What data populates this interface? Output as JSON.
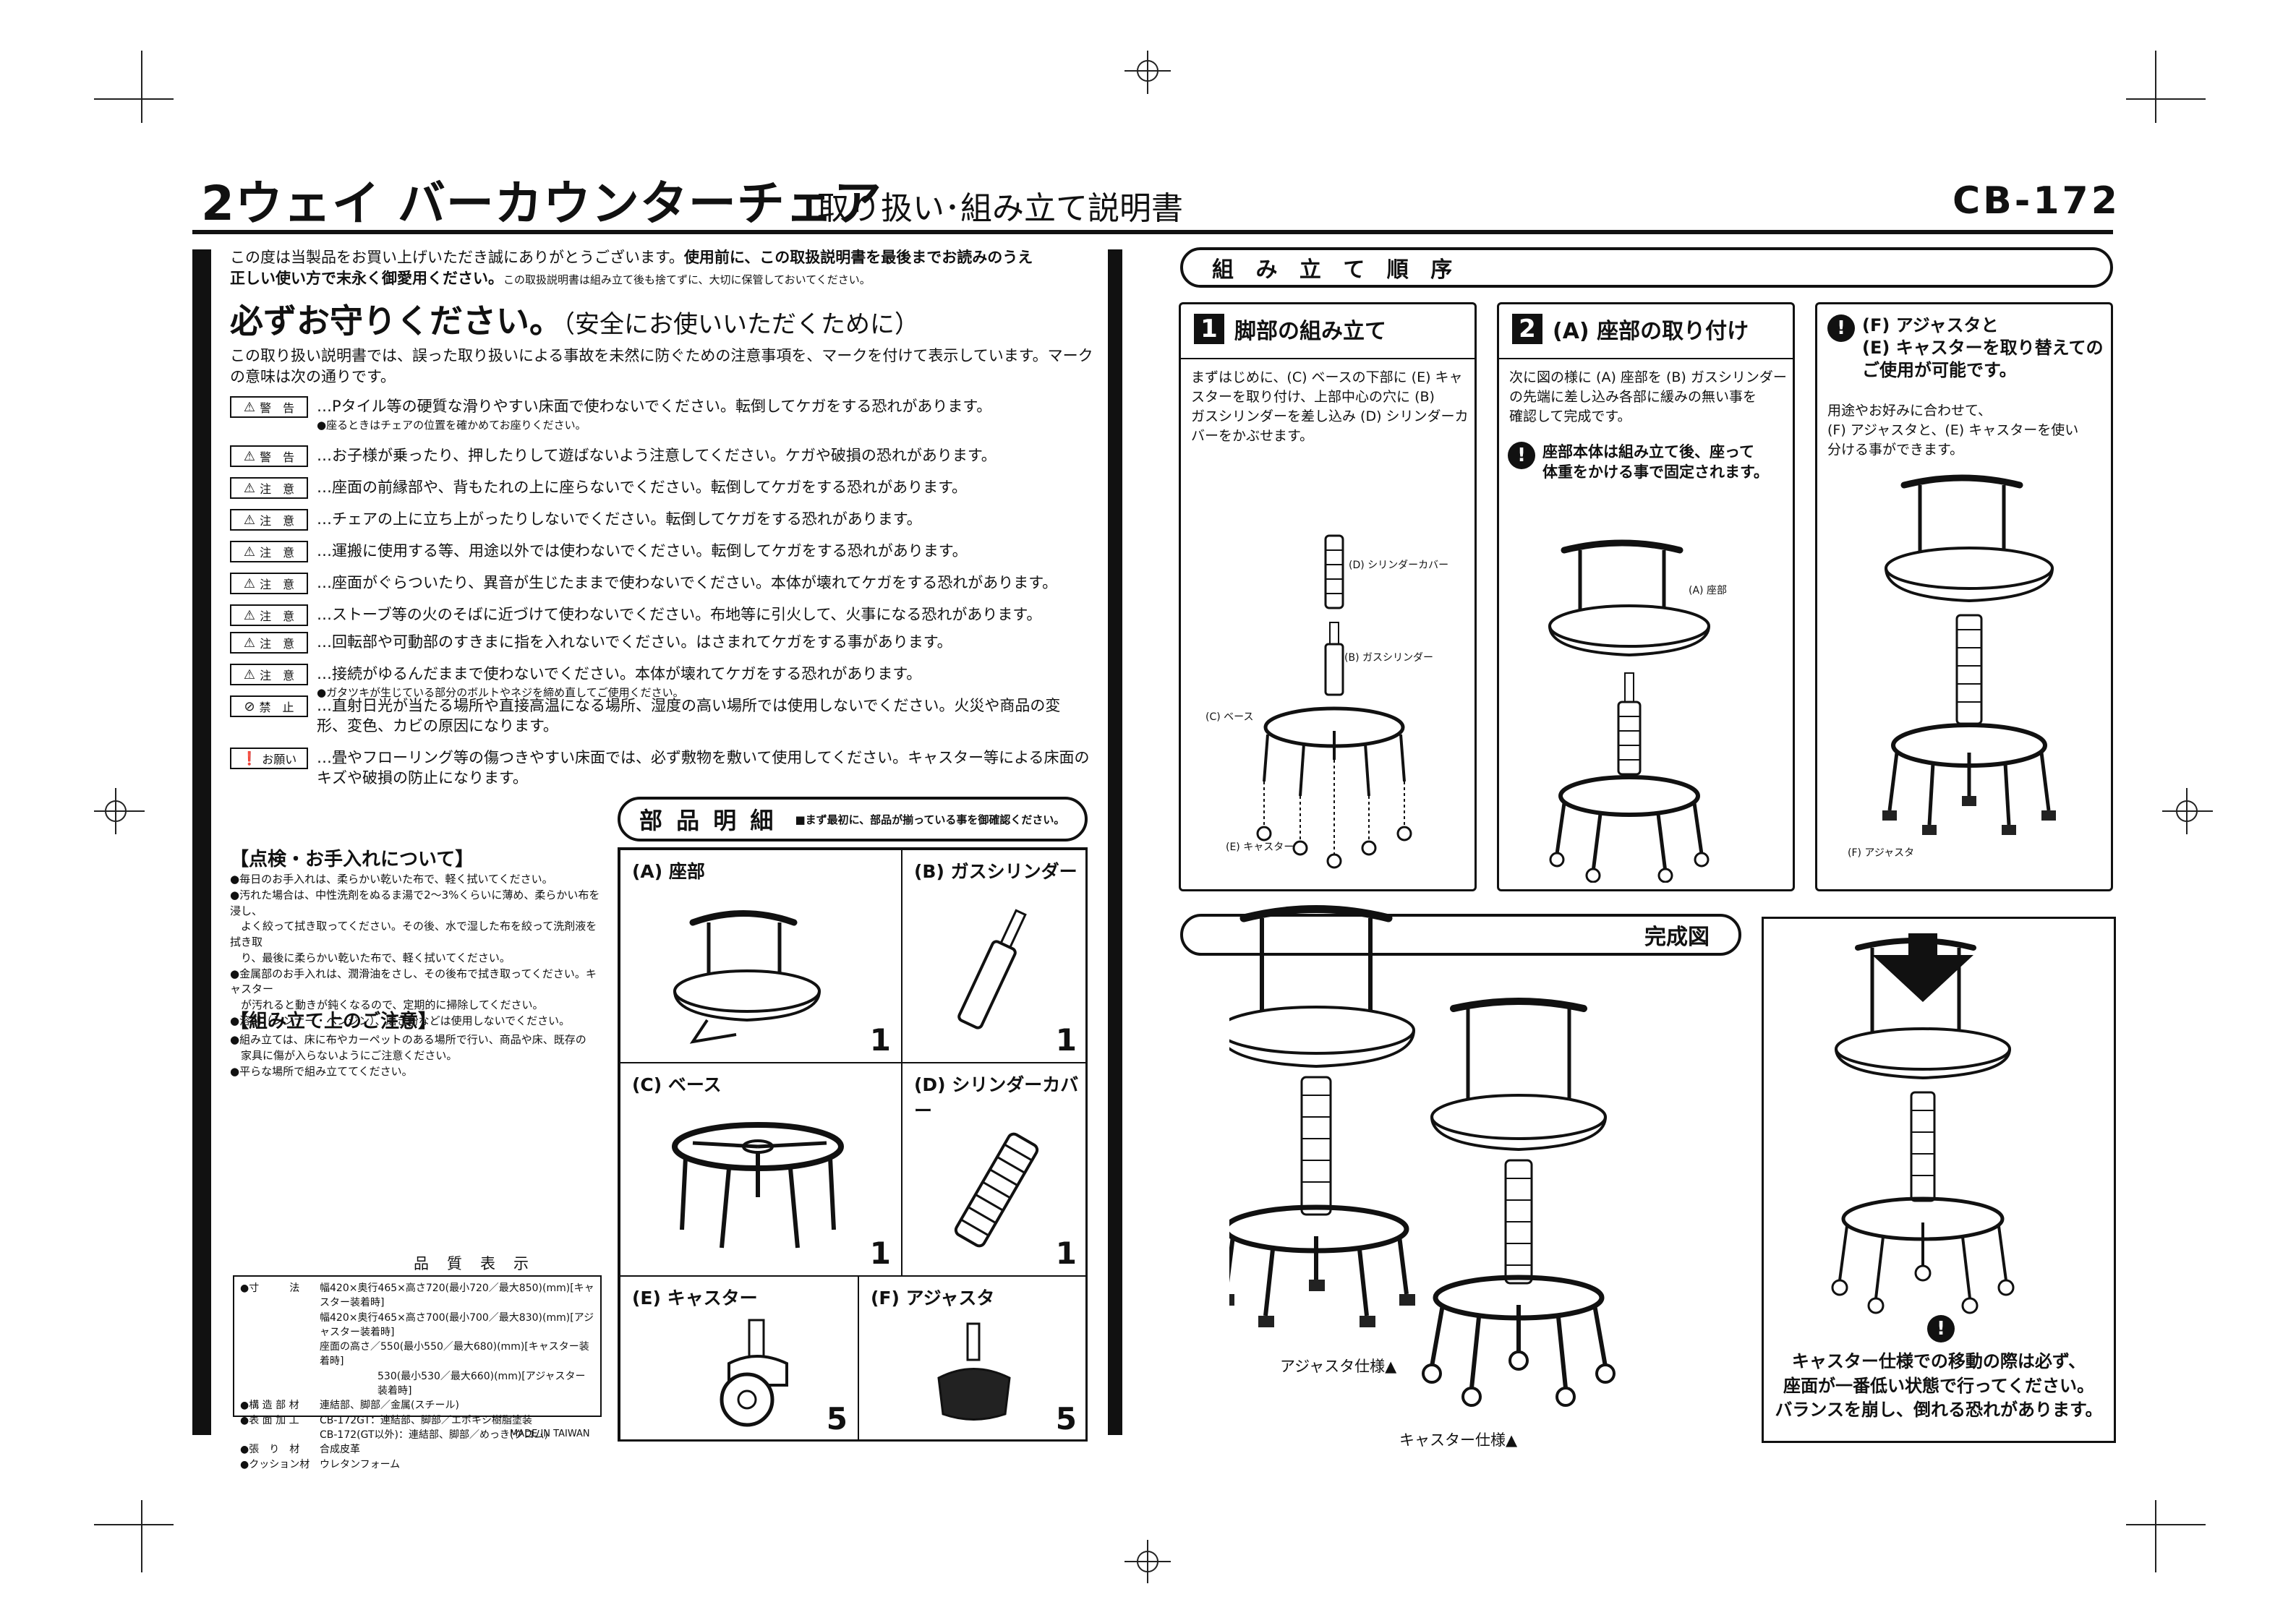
{
  "header": {
    "title": "2ウェイ バーカウンターチェア",
    "subtitle": "取り扱い･組み立て説明書",
    "model": "CB-172"
  },
  "intro": {
    "line1_normal": "この度は当製品をお買い上げいただき誠にありがとうございます。",
    "line1_bold": "使用前に、この取扱説明書を最後までお読みのうえ",
    "line2_bold": "正しい使い方で末永く御愛用ください。",
    "line2_normal": "この取扱説明書は組み立て後も捨てずに、大切に保管しておいてください。"
  },
  "safety": {
    "heading": "必ずお守りください。",
    "heading_sub": "（安全にお使いいただくために）",
    "desc": "この取り扱い説明書では、誤った取り扱いによる事故を未然に防ぐための注意事項を、マークを付けて表示しています。マークの意味は次の通りです。",
    "items": [
      {
        "mark": "警　告",
        "icon": "warning-triangle",
        "text": "…Pタイル等の硬質な滑りやすい床面で使わないでください。転倒してケガをする恐れがあります。",
        "sub": "●座るときはチェアの位置を確かめてお座りください。"
      },
      {
        "mark": "警　告",
        "icon": "warning-triangle",
        "text": "…お子様が乗ったり、押したりして遊ばないよう注意してください。ケガや破損の恐れがあります。",
        "sub": ""
      },
      {
        "mark": "注　意",
        "icon": "warning-triangle",
        "text": "…座面の前縁部や、背もたれの上に座らないでください。転倒してケガをする恐れがあります。",
        "sub": ""
      },
      {
        "mark": "注　意",
        "icon": "warning-triangle",
        "text": "…チェアの上に立ち上がったりしないでください。転倒してケガをする恐れがあります。",
        "sub": ""
      },
      {
        "mark": "注　意",
        "icon": "warning-triangle",
        "text": "…運搬に使用する等、用途以外では使わないでください。転倒してケガをする恐れがあります。",
        "sub": ""
      },
      {
        "mark": "注　意",
        "icon": "warning-triangle",
        "text": "…座面がぐらついたり、異音が生じたままで使わないでください。本体が壊れてケガをする恐れがあります。",
        "sub": ""
      },
      {
        "mark": "注　意",
        "icon": "warning-triangle",
        "text": "…ストーブ等の火のそばに近づけて使わないでください。布地等に引火して、火事になる恐れがあります。",
        "sub": ""
      },
      {
        "mark": "注　意",
        "icon": "warning-triangle",
        "text": "…回転部や可動部のすきまに指を入れないでください。はさまれてケガをする事があります。",
        "sub": ""
      },
      {
        "mark": "注　意",
        "icon": "warning-triangle",
        "text": "…接続がゆるんだままで使わないでください。本体が壊れてケガをする恐れがあります。",
        "sub": "●ガタツキが生じている部分のボルトやネジを締め直してご使用ください。"
      },
      {
        "mark": "禁　止",
        "icon": "prohibit-circle",
        "text": "…直射日光が当たる場所や直接高温になる場所、湿度の高い場所では使用しないでください。火災や商品の変形、変色、カビの原因になります。",
        "sub": ""
      },
      {
        "mark": "お願い",
        "icon": "exclamation-circle",
        "text": "…畳やフローリング等の傷つきやすい床面では、必ず敷物を敷いて使用してください。キャスター等による床面のキズや破損の防止になります。",
        "sub": ""
      }
    ]
  },
  "care": {
    "heading": "【点検・お手入れについて】",
    "lines": [
      "●毎日のお手入れは、柔らかい乾いた布で、軽く拭いてください。",
      "●汚れた場合は、中性洗剤をぬるま湯で2～3%くらいに薄め、柔らかい布を浸し、",
      "　よく絞って拭き取ってください。その後、水で湿した布を絞って洗剤液を拭き取",
      "　り、最後に柔らかい乾いた布で、軽く拭いてください。",
      "●金属部のお手入れは、潤滑油をさし、その後布で拭き取ってください。キャスター",
      "　が汚れると動きが鈍くなるので、定期的に掃除してください。",
      "●溶剤（シンナー・ベンジン）、磨き粉などは使用しないでください。"
    ]
  },
  "assembly_note": {
    "heading": "【組み立て上のご注意】",
    "lines": [
      "●組み立ては、床に布やカーペットのある場所で行い、商品や床、既存の",
      "　家具に傷が入らないようにご注意ください。",
      "●平らな場所で組み立ててください。"
    ]
  },
  "quality": {
    "heading": "品　質　表　示",
    "rows": [
      {
        "k": "●寸　　　法",
        "v": "幅420×奥行465×高さ720(最小720／最大850)(mm)[キャスター装着時]"
      },
      {
        "k": "",
        "v": "幅420×奥行465×高さ700(最小700／最大830)(mm)[アジャスター装着時]"
      },
      {
        "k": "",
        "v": "座面の高さ／550(最小550／最大680)(mm)[キャスター装着時]"
      },
      {
        "k": "",
        "v": "530(最小530／最大660)(mm)[アジャスター装着時]"
      },
      {
        "k": "●構 造 部 材",
        "v": "連結部、脚部／金属(スチール)"
      },
      {
        "k": "●表 面 加 工",
        "v": "CB-172GT：連結部、脚部／エポキシ樹脂塗装"
      },
      {
        "k": "",
        "v": "CB-172(GT以外)：連結部、脚部／めっき(クロム)"
      },
      {
        "k": "●張　り　材",
        "v": "合成皮革"
      },
      {
        "k": "●クッション材",
        "v": "ウレタンフォーム"
      }
    ],
    "origin": "MADE IN TAIWAN"
  },
  "parts": {
    "heading": "部 品 明 細",
    "note": "■まず最初に、部品が揃っている事を御確認ください。",
    "items": [
      {
        "label": "(A) 座部",
        "count": "1"
      },
      {
        "label": "(B) ガスシリンダー",
        "count": "1"
      },
      {
        "label": "(C) ベース",
        "count": "1"
      },
      {
        "label": "(D) シリンダーカバー",
        "count": "1"
      },
      {
        "label": "(E) キャスター",
        "count": "5"
      },
      {
        "label": "(F) アジャスタ",
        "count": "5"
      }
    ]
  },
  "order": {
    "heading": "組 み 立 て 順 序"
  },
  "step1": {
    "num": "1",
    "title": "脚部の組み立て",
    "text": [
      "まずはじめに、(C) ベースの下部に (E) キャ",
      "スターを取り付け、上部中心の穴に (B)",
      "ガスシリンダーを差し込み (D) シリンダーカ",
      "バーをかぶせます。"
    ],
    "labels": {
      "d": "(D) シリンダーカバー",
      "b": "(B) ガスシリンダー",
      "c": "(C) ベース",
      "e": "(E) キャスター"
    }
  },
  "step2": {
    "num": "2",
    "title": "(A) 座部の取り付け",
    "text": [
      "次に図の様に (A) 座部を (B) ガスシリンダー",
      "の先端に差し込み各部に緩みの無い事を",
      "確認して完成です。"
    ],
    "warn": [
      "座部本体は組み立て後、座って",
      "体重をかける事で固定されます。"
    ],
    "label_a": "(A) 座部"
  },
  "step3": {
    "title": [
      "(F) アジャスタと",
      "(E) キャスターを取り替えての",
      "ご使用が可能です。"
    ],
    "text": [
      "用途やお好みに合わせて、",
      "(F) アジャスタと、(E) キャスターを使い",
      "分ける事ができます。"
    ],
    "label_f": "(F) アジャスタ"
  },
  "complete": {
    "heading": "完成図",
    "label_adj": "アジャスタ仕様▲",
    "label_cas": "キャスター仕様▲"
  },
  "caution": {
    "lines": [
      "キャスター仕様での移動の際は必ず、",
      "座面が一番低い状態で行ってください。",
      "バランスを崩し、倒れる恐れがあります。"
    ]
  }
}
